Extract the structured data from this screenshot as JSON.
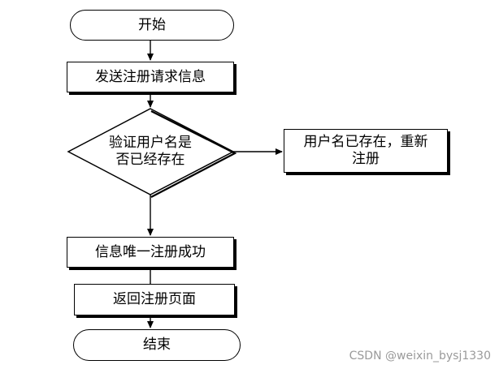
{
  "flowchart": {
    "start": "开始",
    "send_request": "发送注册请求信息",
    "decision_line1": "验证用户名是",
    "decision_line2": "否已经存在",
    "exists_line1": "用户名已存在，重新",
    "exists_line2": "注册",
    "unique_success": "信息唯一注册成功",
    "return_page": "返回注册页面",
    "end": "结束"
  },
  "watermark": "CSDN @weixin_bysj1330"
}
